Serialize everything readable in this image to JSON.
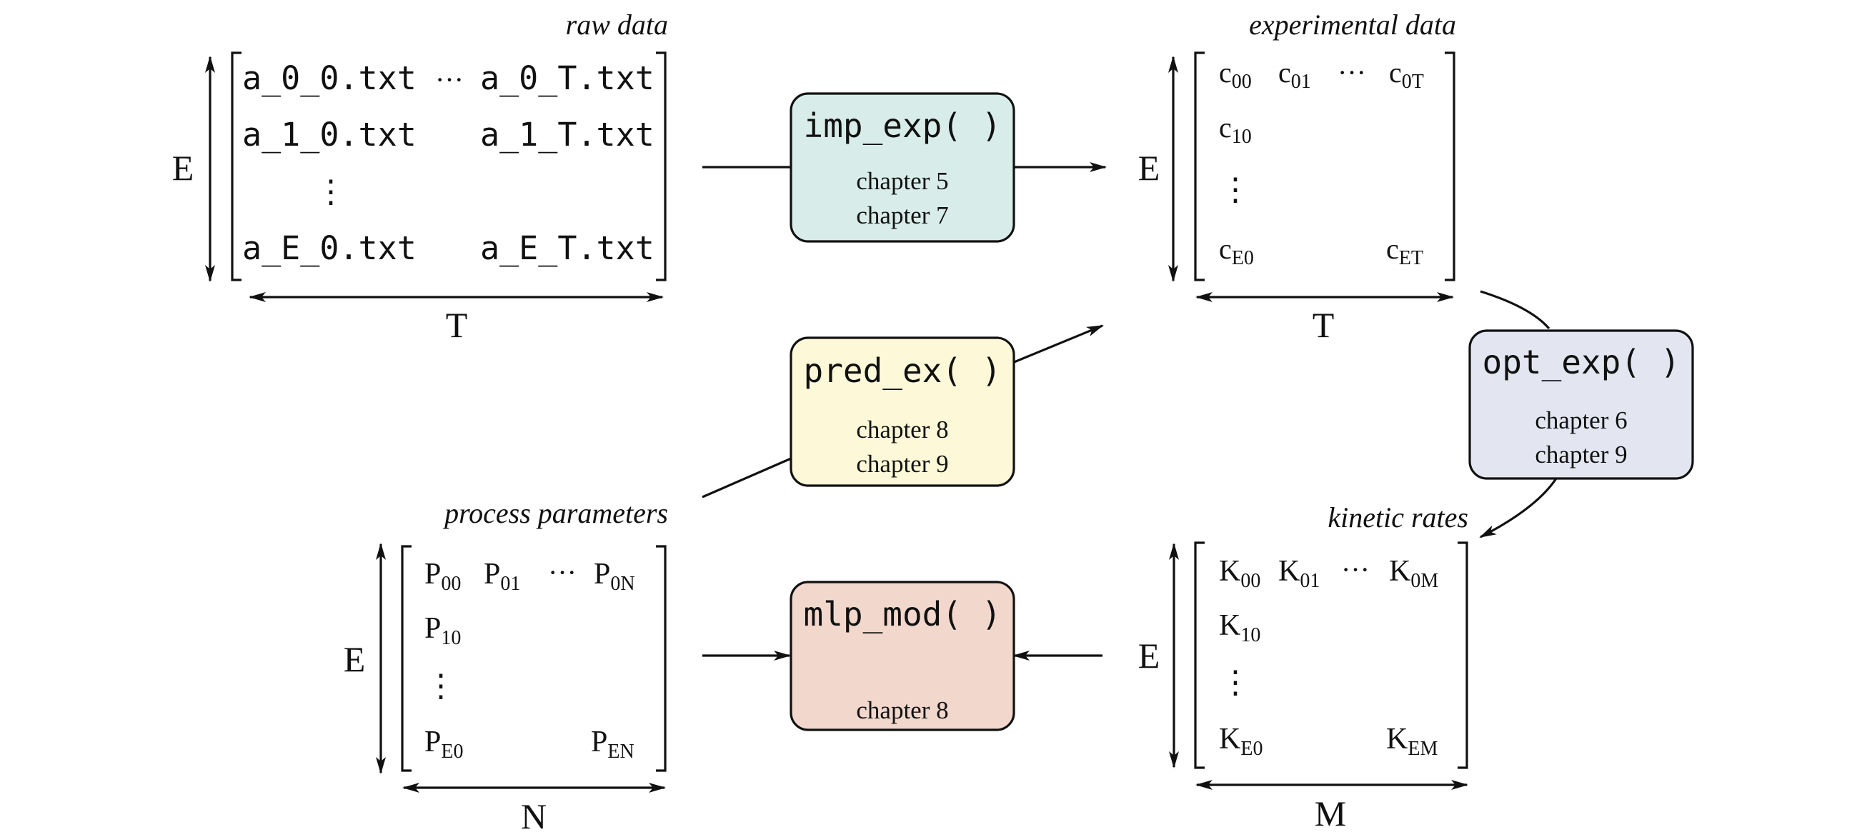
{
  "labels": {
    "raw_data": "raw data",
    "experimental_data": "experimental data",
    "process_parameters": "process parameters",
    "kinetic_rates": "kinetic rates"
  },
  "axes": {
    "E": "E",
    "T": "T",
    "N": "N",
    "M": "M"
  },
  "raw_matrix": {
    "r0c0": "a_0_0.txt",
    "hdots": "···",
    "r0c1": "a_0_T.txt",
    "r1c0": "a_1_0.txt",
    "r1c1": "a_1_T.txt",
    "vdots": "⋮",
    "r2c0": "a_E_0.txt",
    "r2c1": "a_E_T.txt"
  },
  "exp_matrix": {
    "base": "c",
    "hdots": "···",
    "vdots": "⋮",
    "s00": "00",
    "s01": "01",
    "s0T": "0T",
    "s10": "10",
    "sE0": "E0",
    "sET": "ET"
  },
  "proc_matrix": {
    "base": "P",
    "hdots": "···",
    "vdots": "⋮",
    "s00": "00",
    "s01": "01",
    "s0N": "0N",
    "s10": "10",
    "sE0": "E0",
    "sEN": "EN"
  },
  "kin_matrix": {
    "base": "K",
    "hdots": "···",
    "vdots": "⋮",
    "s00": "00",
    "s01": "01",
    "s0M": "0M",
    "s10": "10",
    "sE0": "E0",
    "sEM": "EM"
  },
  "boxes": {
    "imp_exp": {
      "title": "imp_exp( )",
      "chapters": [
        "chapter 5",
        "chapter 7"
      ],
      "fill": "#d8ede9"
    },
    "pred_ex": {
      "title": "pred_ex( )",
      "chapters": [
        "chapter 8",
        "chapter 9"
      ],
      "fill": "#fdf9d8"
    },
    "mlp_mod": {
      "title": "mlp_mod( )",
      "chapters": [
        "chapter 8"
      ],
      "fill": "#f2d7cd"
    },
    "opt_exp": {
      "title": "opt_exp( )",
      "chapters": [
        "chapter 6",
        "chapter 9"
      ],
      "fill": "#e3e6f1"
    }
  }
}
